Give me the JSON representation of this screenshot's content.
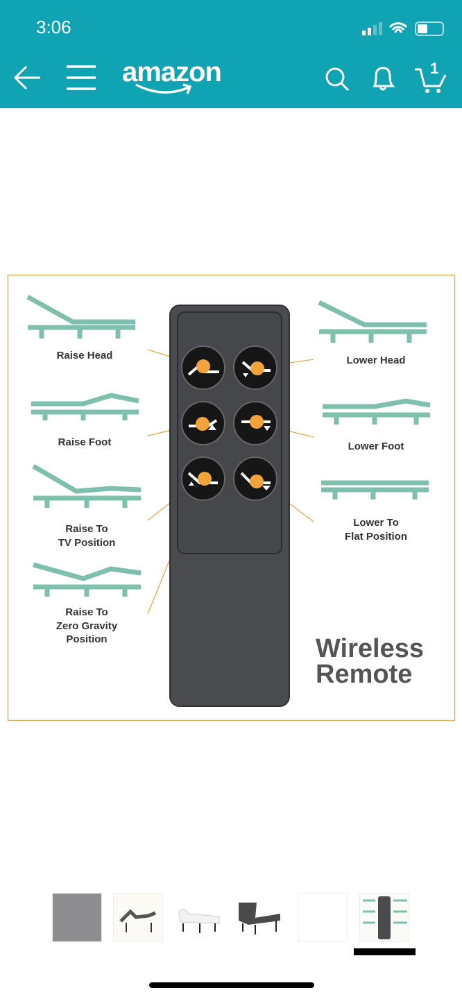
{
  "status_bar": {
    "time": "3:06"
  },
  "nav": {
    "logo": "amazon",
    "cart_count": "1"
  },
  "product_image": {
    "labels": {
      "raise_head": "Raise Head",
      "lower_head": "Lower Head",
      "raise_foot": "Raise Foot",
      "lower_foot": "Lower Foot",
      "raise_tv_1": "Raise To",
      "raise_tv_2": "TV Position",
      "lower_flat_1": "Lower To",
      "lower_flat_2": "Flat Position",
      "zero_1": "Raise To",
      "zero_2": "Zero Gravity",
      "zero_3": "Position"
    },
    "title_1": "Wireless",
    "title_2": "Remote"
  },
  "thumbnails": {
    "count": 6,
    "selected_index": 5
  },
  "colors": {
    "header": "#0fa3b3",
    "accent": "#f2a33a",
    "bed": "#7fbfae",
    "frame": "#d9b25a"
  }
}
